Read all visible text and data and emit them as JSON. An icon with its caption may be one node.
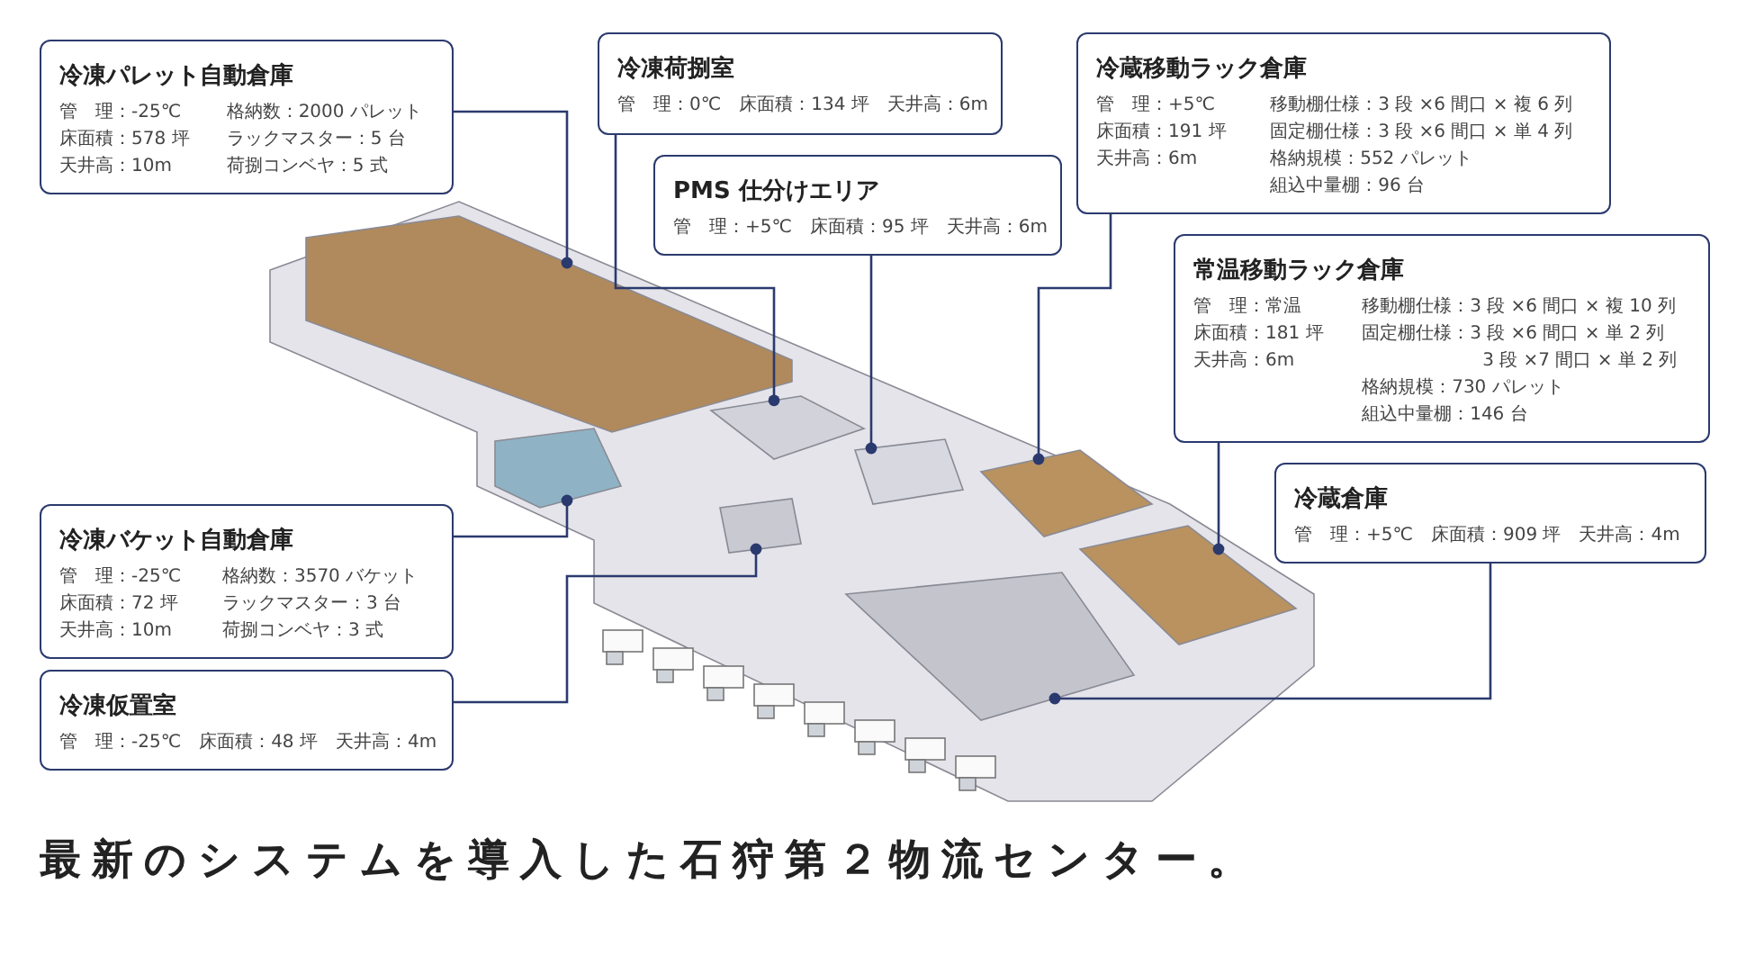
{
  "diagram": {
    "title": "最新のシステムを導入した石狩第２物流センター。",
    "nodes": [
      {
        "text": [
          "冷凍パレット自動倉庫",
          "管　理：-25℃",
          "格納数：2000 パレット",
          "床面積：578 坪",
          "ラックマスター：5 台",
          "天井高：10m",
          "荷捌コンベヤ：5 式"
        ]
      },
      {
        "text": [
          "冷凍荷捌室",
          "管　理：0℃　床面積：134 坪　天井高：6m"
        ]
      },
      {
        "text": [
          "PMS 仕分けエリア",
          "管　理：+5℃　床面積：95 坪　天井高：6m"
        ]
      },
      {
        "text": [
          "冷蔵移動ラック倉庫",
          "管　理：+5℃",
          "移動棚仕様：3 段 ×6 間口 × 複 6 列",
          "床面積：191 坪",
          "固定棚仕様：3 段 ×6 間口 × 単 4 列",
          "天井高：6m",
          "格納規模：552 パレット",
          "組込中量棚：96 台"
        ]
      },
      {
        "text": [
          "常温移動ラック倉庫",
          "管　理：常温",
          "移動棚仕様：3 段 ×6 間口 × 複 10 列",
          "床面積：181 坪",
          "固定棚仕様：3 段 ×6 間口 × 単 2 列",
          "天井高：6m",
          "3 段 ×7 間口 × 単 2 列",
          "格納規模：730 パレット",
          "組込中量棚：146 台"
        ]
      },
      {
        "text": [
          "冷蔵倉庫",
          "管　理：+5℃　床面積：909 坪　天井高：4m"
        ]
      },
      {
        "text": [
          "冷凍バケット自動倉庫",
          "管　理：-25℃",
          "格納数：3570 バケット",
          "床面積：72 坪",
          "ラックマスター：3 台",
          "天井高：10m",
          "荷捌コンベヤ：3 式"
        ]
      },
      {
        "text": [
          "冷凍仮置室",
          "管　理：-25℃　床面積：48 坪　天井高：4m"
        ]
      },
      {
        "text": [],
        "shape": "picture"
      },
      {
        "text": [],
        "shape": "picture",
        "in": 8
      },
      {
        "text": [],
        "shape": "picture",
        "in": 8
      },
      {
        "text": [],
        "shape": "picture",
        "in": 8
      },
      {
        "text": [],
        "shape": "picture",
        "in": 8
      },
      {
        "text": [],
        "shape": "picture",
        "in": 8
      },
      {
        "text": [],
        "shape": "picture",
        "in": 8
      },
      {
        "text": [],
        "shape": "picture",
        "in": 8
      },
      {
        "text": [],
        "shape": "picture",
        "in": 8
      }
    ],
    "edges": [
      {
        "from": 0,
        "to": 9,
        "arrow": "other"
      },
      {
        "from": 1,
        "to": 12,
        "arrow": "other"
      },
      {
        "from": 2,
        "to": 13,
        "arrow": "other"
      },
      {
        "from": 3,
        "to": 15,
        "arrow": "other"
      },
      {
        "from": 4,
        "to": 16,
        "arrow": "other"
      },
      {
        "from": 5,
        "to": 14,
        "arrow": "other"
      },
      {
        "from": 6,
        "to": 10,
        "arrow": "other"
      },
      {
        "from": 7,
        "to": 11,
        "arrow": "other"
      }
    ]
  }
}
